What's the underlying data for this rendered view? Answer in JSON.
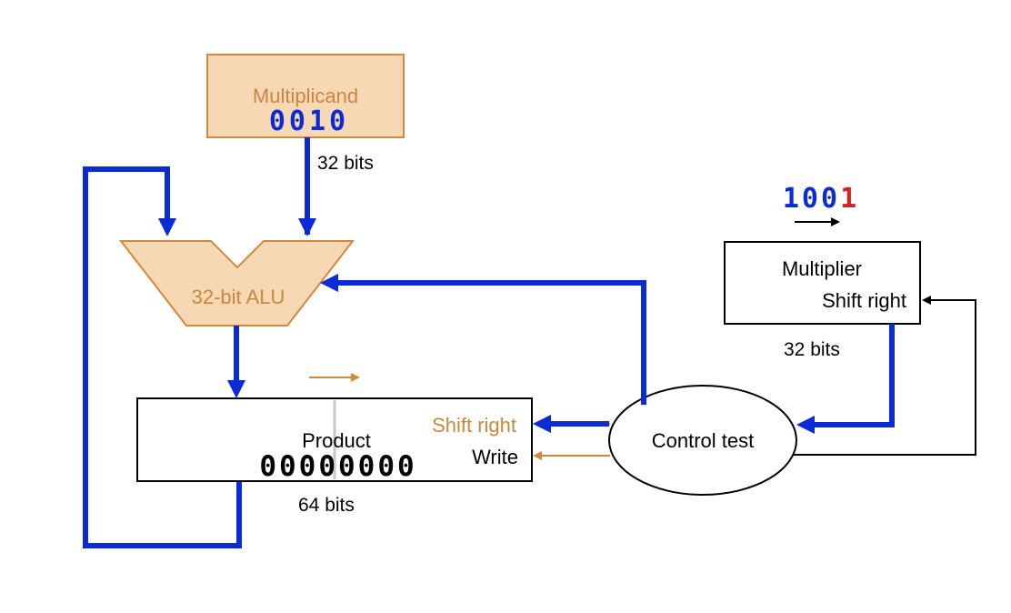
{
  "multiplicand": {
    "label": "Multiplicand",
    "value": "0010",
    "width_label": "32 bits"
  },
  "alu": {
    "label": "32-bit ALU"
  },
  "product": {
    "label": "Product",
    "value": "00000000",
    "width_label": "64 bits",
    "shift_label": "Shift right",
    "write_label": "Write"
  },
  "multiplier": {
    "value_prefix": "100",
    "value_last_bit": "1",
    "label": "Multiplier",
    "shift_label": "Shift right",
    "width_label": "32 bits"
  },
  "control": {
    "label": "Control test"
  },
  "colors": {
    "datapath": "#0a2bd6",
    "control_signal": "#d4883a",
    "box_fill": "#f8d8b4",
    "box_stroke": "#d4883a",
    "lsb_highlight": "#d42020",
    "label_text": "#c9873e"
  },
  "icons": {
    "shift_arrow": "right-arrow-icon"
  }
}
